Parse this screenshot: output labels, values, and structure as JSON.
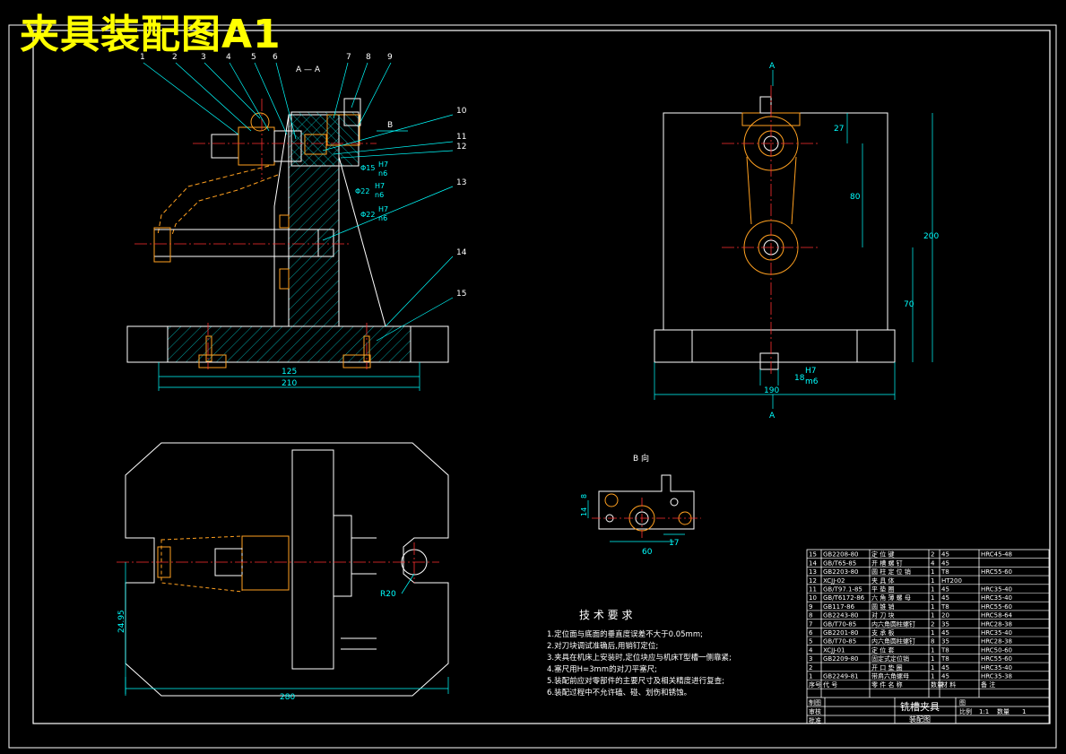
{
  "banner_title": "夹具装配图A1",
  "section_view_label": "A — A",
  "view_b_label": "B 向",
  "marker_a_top": "A",
  "marker_a_bottom": "A",
  "marker_b": "B",
  "balloons": [
    "1",
    "2",
    "3",
    "4",
    "5",
    "6",
    "7",
    "8",
    "9",
    "10",
    "11",
    "12",
    "13",
    "14",
    "15"
  ],
  "dims": {
    "d125": "125",
    "d210": "210",
    "d27": "27",
    "d80": "80",
    "d200": "200",
    "d70": "70",
    "d190": "190",
    "d18": "18",
    "fit_h7": "H7",
    "fit_m6": "m6",
    "fit_n6": "n6",
    "phi15": "Φ15",
    "phi22a": "Φ22",
    "phi22b": "Φ22",
    "d280": "280",
    "d2495": "24.95",
    "r20": "R20",
    "d60": "60",
    "d17": "17",
    "d14": "14",
    "d8": "8"
  },
  "tech": {
    "heading": "技 术 要 求",
    "items": [
      "1.定位面与底面的垂直度误差不大于0.05mm;",
      "2.对刀块调试准确后,用销钉定位;",
      "3.夹具在机床上安装时,定位块应与机床T型槽一侧靠紧;",
      "4.塞尺用H=3mm的对刀平塞尺;",
      "5.装配前应对零部件的主要尺寸及相关精度进行复查;",
      "6.装配过程中不允许磕、碰、划伤和锈蚀。"
    ]
  },
  "bom": {
    "rows": [
      [
        "15",
        "GB2208-80",
        "定 位 键",
        "2",
        "45",
        "HRC45-48"
      ],
      [
        "14",
        "GB/T65-85",
        "开 槽 螺 钉",
        "4",
        "45",
        ""
      ],
      [
        "13",
        "GB2203-80",
        "圆 柱 定 位 销",
        "1",
        "T8",
        "HRC55-60"
      ],
      [
        "12",
        "XCJJ-02",
        "夹 具 体",
        "1",
        "HT200",
        ""
      ],
      [
        "11",
        "GB/T97.1-85",
        "平 垫 圈",
        "1",
        "45",
        "HRC35-40"
      ],
      [
        "10",
        "GB/T6172-86",
        "六 角 薄 螺 母",
        "1",
        "45",
        "HRC35-40"
      ],
      [
        "9",
        "GB117-86",
        "圆 锥 销",
        "1",
        "T8",
        "HRC55-60"
      ],
      [
        "8",
        "GB2243-80",
        "对 刀 块",
        "1",
        "20",
        "HRC58-64"
      ],
      [
        "7",
        "GB/T70-85",
        "内六角圆柱螺钉",
        "2",
        "35",
        "HRC28-38"
      ],
      [
        "6",
        "GB2201-80",
        "支 承 板",
        "1",
        "45",
        "HRC35-40"
      ],
      [
        "5",
        "GB/T70-85",
        "内六角圆柱螺钉",
        "8",
        "35",
        "HRC28-38"
      ],
      [
        "4",
        "XCJJ-01",
        "定 位 套",
        "1",
        "T8",
        "HRC50-60"
      ],
      [
        "3",
        "GB2209-80",
        "固定式定位销",
        "1",
        "T8",
        "HRC55-60"
      ],
      [
        "2",
        "",
        "开 口 垫 圈",
        "1",
        "45",
        "HRC35-40"
      ],
      [
        "1",
        "GB2249-81",
        "带肩六角螺母",
        "1",
        "45",
        "HRC35-38"
      ]
    ],
    "header": [
      "序号",
      "代 号",
      "零 件 名 称",
      "数量",
      "材 料",
      "备 注"
    ],
    "title_block": {
      "name": "铣槽夹具",
      "sub": "装配图",
      "drawn": "制图",
      "check": "审核",
      "approve": "批准",
      "scale_label": "比例",
      "scale": "1:1",
      "qty_label": "数量",
      "qty": "1",
      "stage": "图"
    }
  },
  "colors": {
    "background": "#000000",
    "outline": "#ffffff",
    "dimension": "#00ffff",
    "centerline": "#ff0000",
    "hatch": "#00ffff",
    "part": "#ffa020",
    "title": "#ffff00"
  }
}
